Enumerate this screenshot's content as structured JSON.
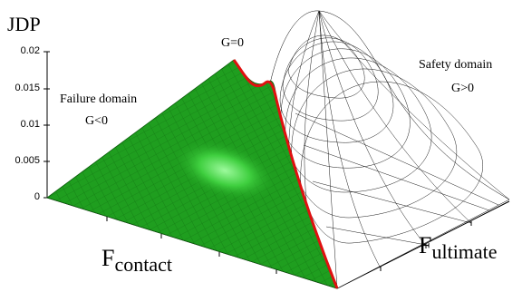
{
  "axis": {
    "z_label": "JDP",
    "z_ticks": [
      "0.02",
      "0.015",
      "0.01",
      "0.005",
      "0"
    ],
    "x_label_main": "F",
    "x_label_sub": "contact",
    "y_label_main": "F",
    "y_label_sub": "ultimate"
  },
  "regions": {
    "boundary": "G=0",
    "failure_title": "Failure domain",
    "failure_cond": "G<0",
    "safety_title": "Safety domain",
    "safety_cond": "G>0"
  },
  "colors": {
    "failure_fill": "#1f9e1f",
    "failure_highlight": "#7af07a",
    "boundary_line": "#e01010",
    "mesh": "#000000"
  }
}
